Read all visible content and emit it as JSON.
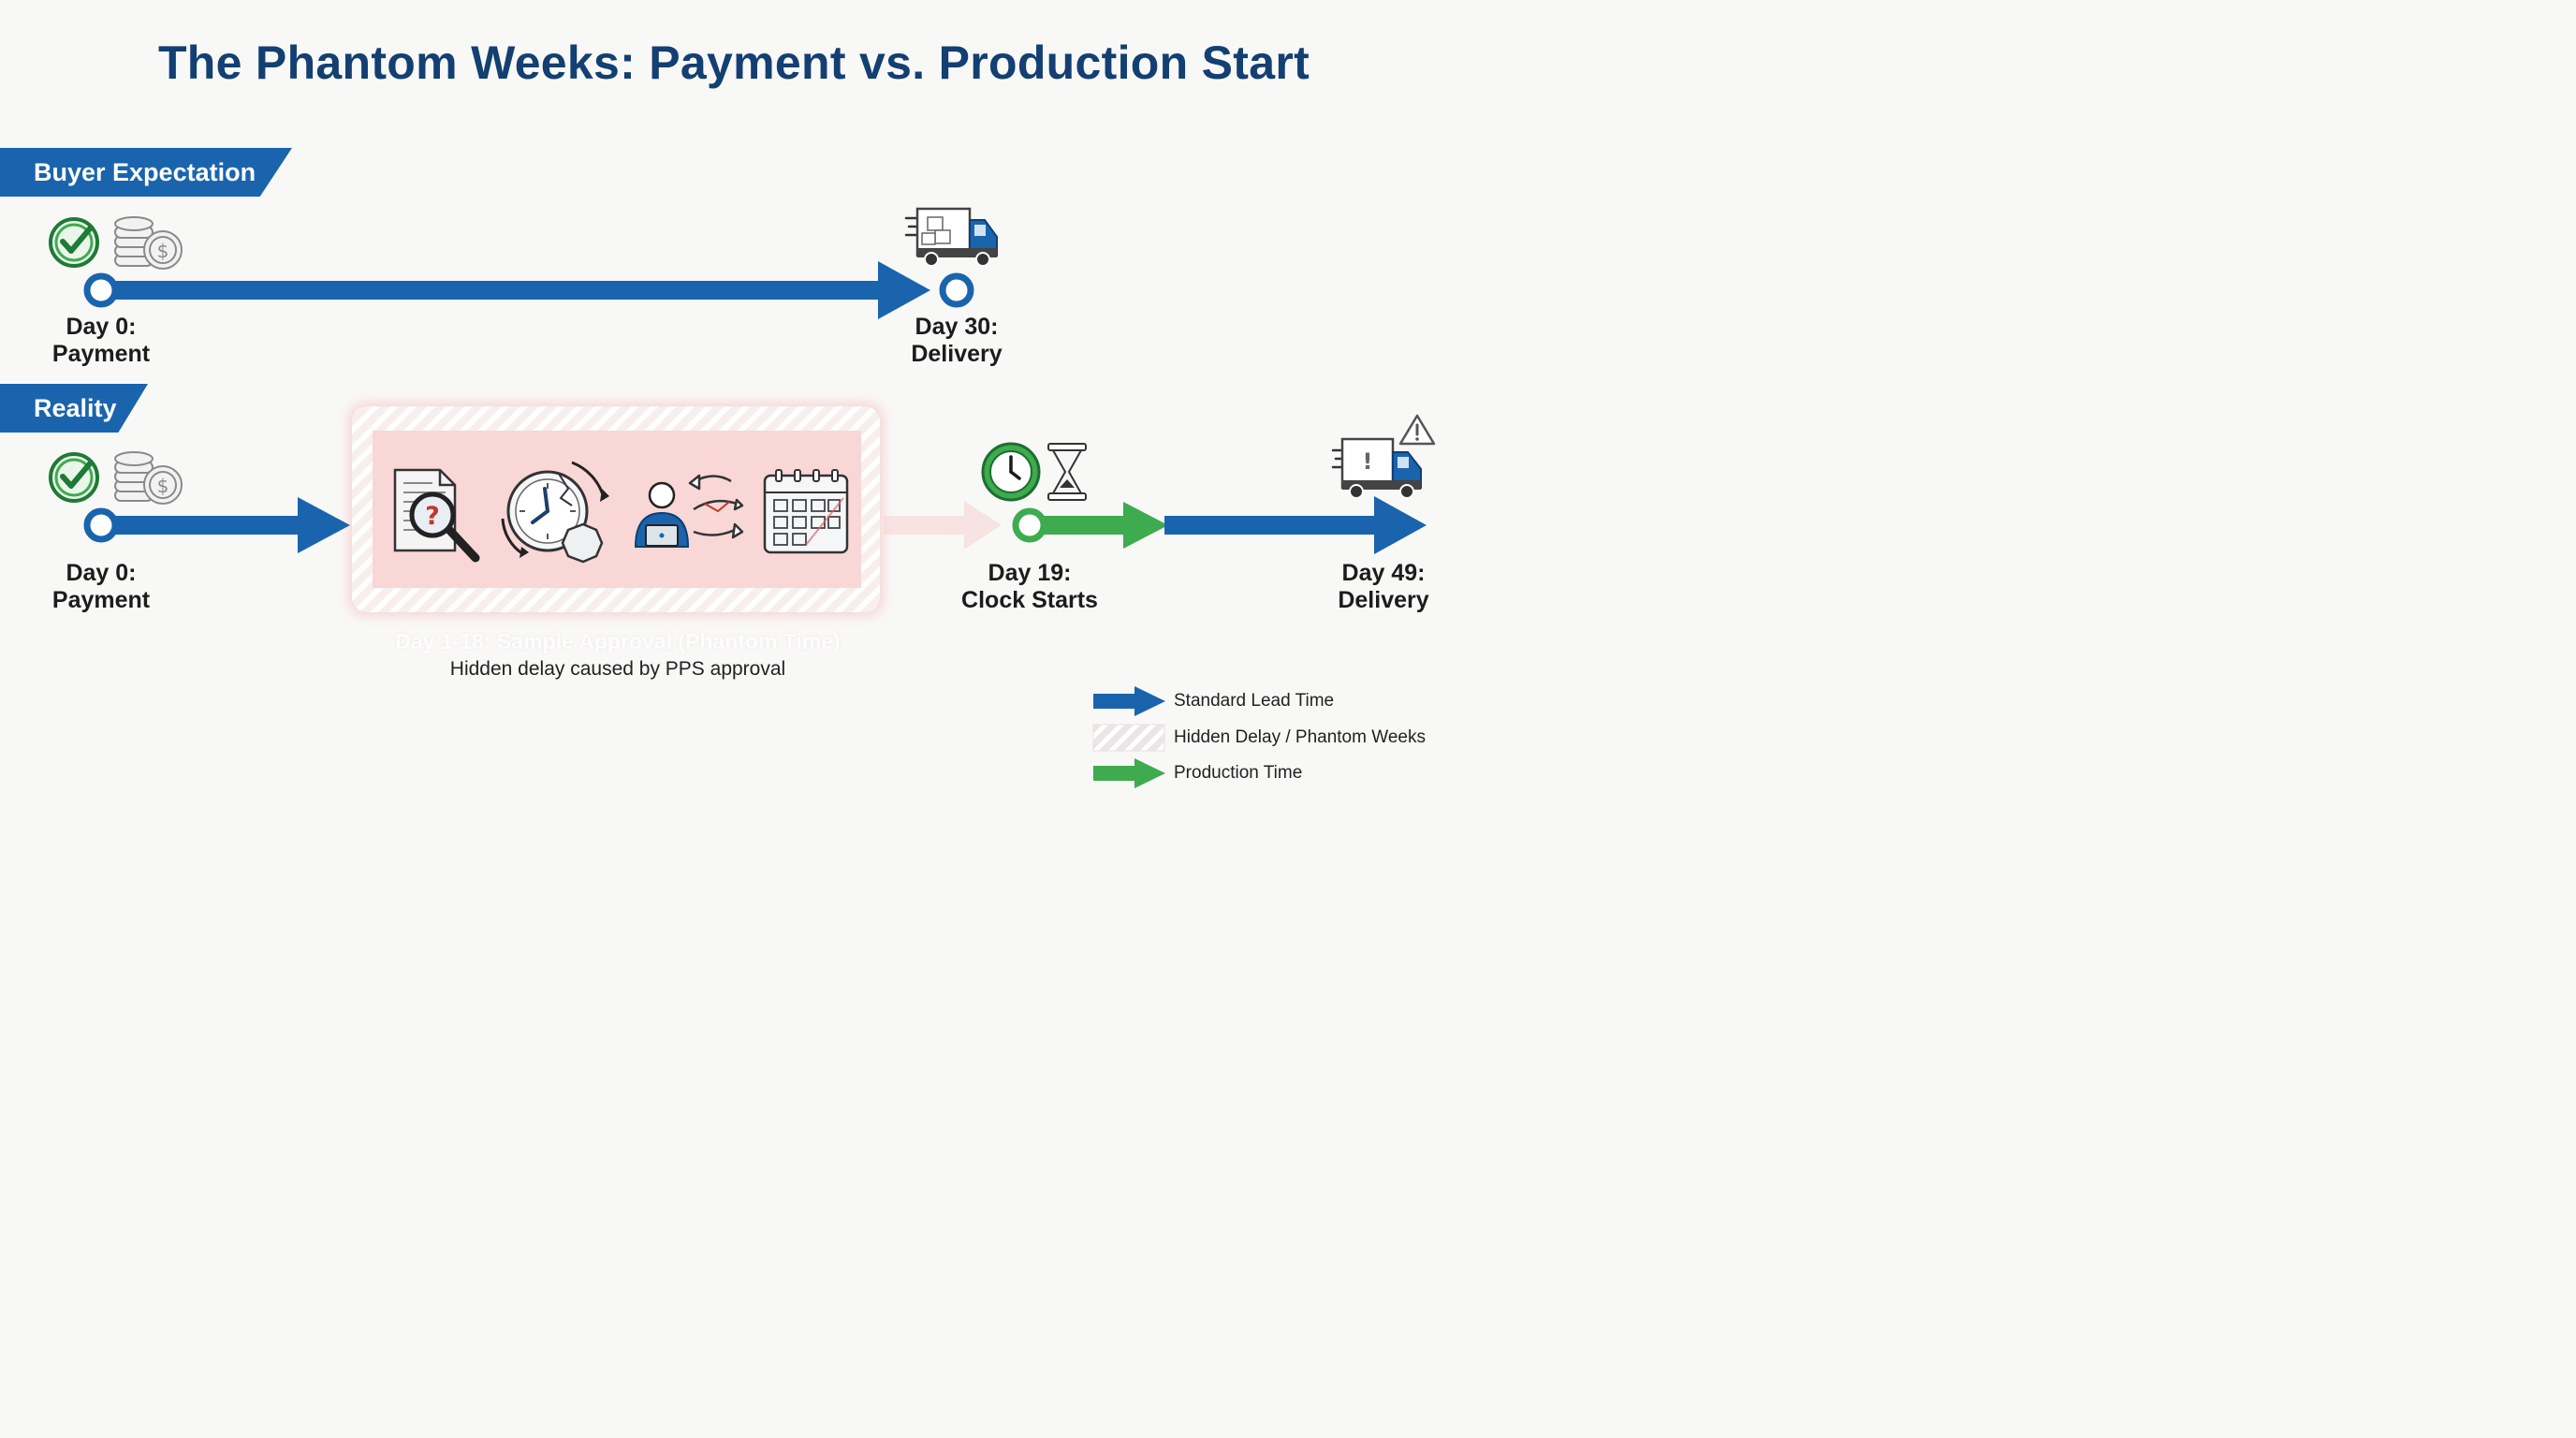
{
  "title": "The Phantom Weeks: Payment vs. Production Start",
  "buyer": {
    "banner": "Buyer Expectation",
    "start": {
      "line1": "Day 0:",
      "line2": "Payment"
    },
    "end": {
      "line1": "Day 30:",
      "line2": "Delivery"
    }
  },
  "reality": {
    "banner": "Reality",
    "start": {
      "line1": "Day 0:",
      "line2": "Payment"
    },
    "delay_label": "Day 1-18: Sample Approval (Phantom Time)",
    "delay_caption": "Hidden delay caused by PPS approval",
    "clock": {
      "line1": "Day 19:",
      "line2": "Clock Starts"
    },
    "end": {
      "line1": "Day 49:",
      "line2": "Delivery"
    }
  },
  "legend": {
    "items": [
      {
        "label": "Standard Lead Time",
        "color": "#1a64ad"
      },
      {
        "label": "Hidden Delay / Phantom Weeks",
        "color": "#e8e3e3"
      },
      {
        "label": "Production Time",
        "color": "#3dab4e"
      }
    ]
  },
  "icons": [
    "checkmark-icon",
    "coins-icon",
    "delivery-truck-icon",
    "document-search-icon",
    "broken-clock-icon",
    "worker-laptop-icon",
    "swap-arrows-icon",
    "calendar-icon",
    "clock-icon",
    "hourglass-icon",
    "warning-icon"
  ],
  "colors": {
    "title": "#133f72",
    "blue": "#1a64ad",
    "green": "#3dab4e",
    "delay": "#f9d7d6"
  }
}
